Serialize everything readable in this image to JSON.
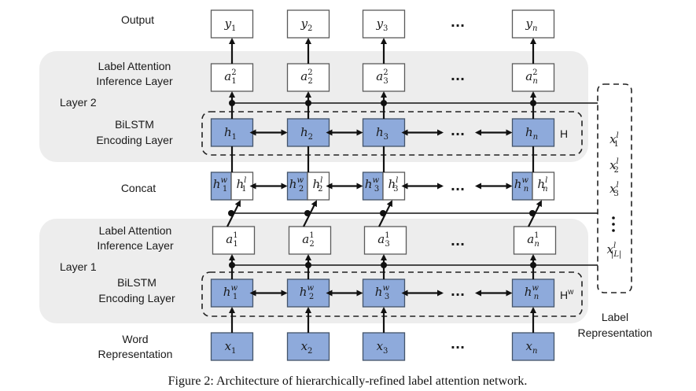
{
  "colors": {
    "panel": "#ededed",
    "blue_fill": "#8eaadb",
    "box_border": "#5a5a5a",
    "blue_border": "#44546a",
    "line": "#111111"
  },
  "row_labels": {
    "output": "Output",
    "label_attention_2": [
      "Label Attention",
      "Inference Layer"
    ],
    "layer2": "Layer 2",
    "bilstm_2": [
      "BiLSTM",
      "Encoding Layer"
    ],
    "concat": "Concat",
    "label_attention_1": [
      "Label Attention",
      "Inference Layer"
    ],
    "layer1": "Layer 1",
    "bilstm_1": [
      "BiLSTM",
      "Encoding Layer"
    ],
    "word_repr": [
      "Word",
      "Representation"
    ],
    "label_repr": [
      "Label",
      "Representation"
    ]
  },
  "matrix_labels": {
    "H": "H",
    "Hw_base": "H",
    "Hw_sup": "w"
  },
  "ellipsis": "···",
  "columns": [
    {
      "sub": "1"
    },
    {
      "sub": "2"
    },
    {
      "sub": "3"
    },
    {
      "ellipsis": true
    },
    {
      "sub": "n"
    }
  ],
  "symbols": {
    "y": "y",
    "a": "a",
    "h": "h",
    "x": "x",
    "sup2": "2",
    "sup1": "1",
    "supw": "w",
    "supl": "l"
  },
  "label_items": [
    {
      "sub": "1"
    },
    {
      "sub": "2"
    },
    {
      "sub": "3"
    },
    {
      "vdots": true
    },
    {
      "sub": "|L|"
    }
  ],
  "caption": "Figure 2:  Architecture of hierarchically-refined label attention network."
}
